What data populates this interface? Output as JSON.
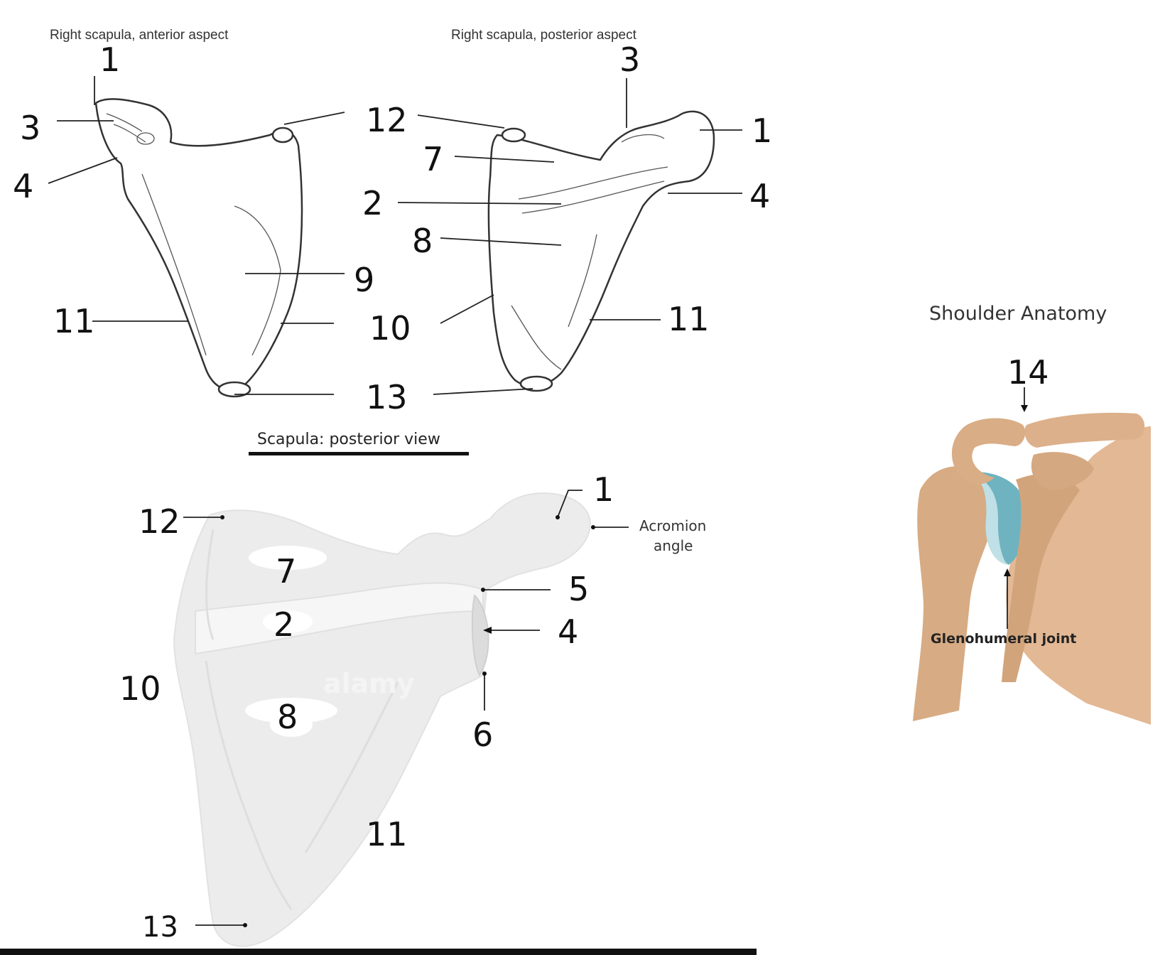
{
  "panels": {
    "anterior": {
      "caption": "Right scapula, anterior aspect"
    },
    "posterior": {
      "caption": "Right scapula, posterior aspect"
    },
    "posterior_view": {
      "title": "Scapula: posterior view",
      "acromion_line1": "Acromion",
      "acromion_line2": "angle",
      "watermark": "alamy"
    },
    "shoulder": {
      "title": "Shoulder  Anatomy",
      "joint_label": "Glenohumeral joint"
    }
  },
  "anterior_labels": {
    "l1": "1",
    "l3": "3",
    "l4": "4",
    "l12": "12",
    "l9": "9",
    "l11": "11",
    "l10": "10",
    "l13": "13"
  },
  "posterior_labels": {
    "l3": "3",
    "l1": "1",
    "l7": "7",
    "l2": "2",
    "l4": "4",
    "l8": "8",
    "l11": "11"
  },
  "view_labels": {
    "l1": "1",
    "l12": "12",
    "l7": "7",
    "l5": "5",
    "l2": "2",
    "l4": "4",
    "l10": "10",
    "l8": "8",
    "l6": "6",
    "l11": "11",
    "l13": "13"
  },
  "shoulder_labels": {
    "l14": "14"
  },
  "colors": {
    "skin": "#e0b48f",
    "bone_tan": "#d9b08a",
    "cartilage": "#6fb3c0",
    "line": "#222222"
  }
}
